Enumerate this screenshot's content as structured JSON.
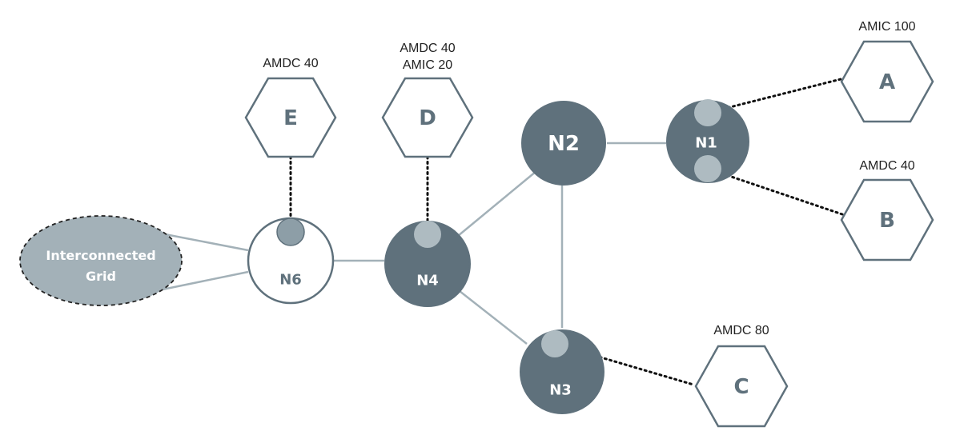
{
  "grid": {
    "label_line1": "Interconnected",
    "label_line2": "Grid"
  },
  "nodes": {
    "n1": "N1",
    "n2": "N2",
    "n3": "N3",
    "n4": "N4",
    "n6": "N6"
  },
  "sites": {
    "a": {
      "label": "A",
      "annotation": [
        "AMIC 100"
      ]
    },
    "b": {
      "label": "B",
      "annotation": [
        "AMDC 40"
      ]
    },
    "c": {
      "label": "C",
      "annotation": [
        "AMDC 80"
      ]
    },
    "d": {
      "label": "D",
      "annotation": [
        "AMDC 40",
        "AMIC 20"
      ]
    },
    "e": {
      "label": "E",
      "annotation": [
        "AMDC 40"
      ]
    }
  },
  "colors": {
    "node_dark": "#5f717c",
    "port": "#aebbc1",
    "link": "#a3b1b8",
    "grid_fill": "#a3b1b8"
  }
}
